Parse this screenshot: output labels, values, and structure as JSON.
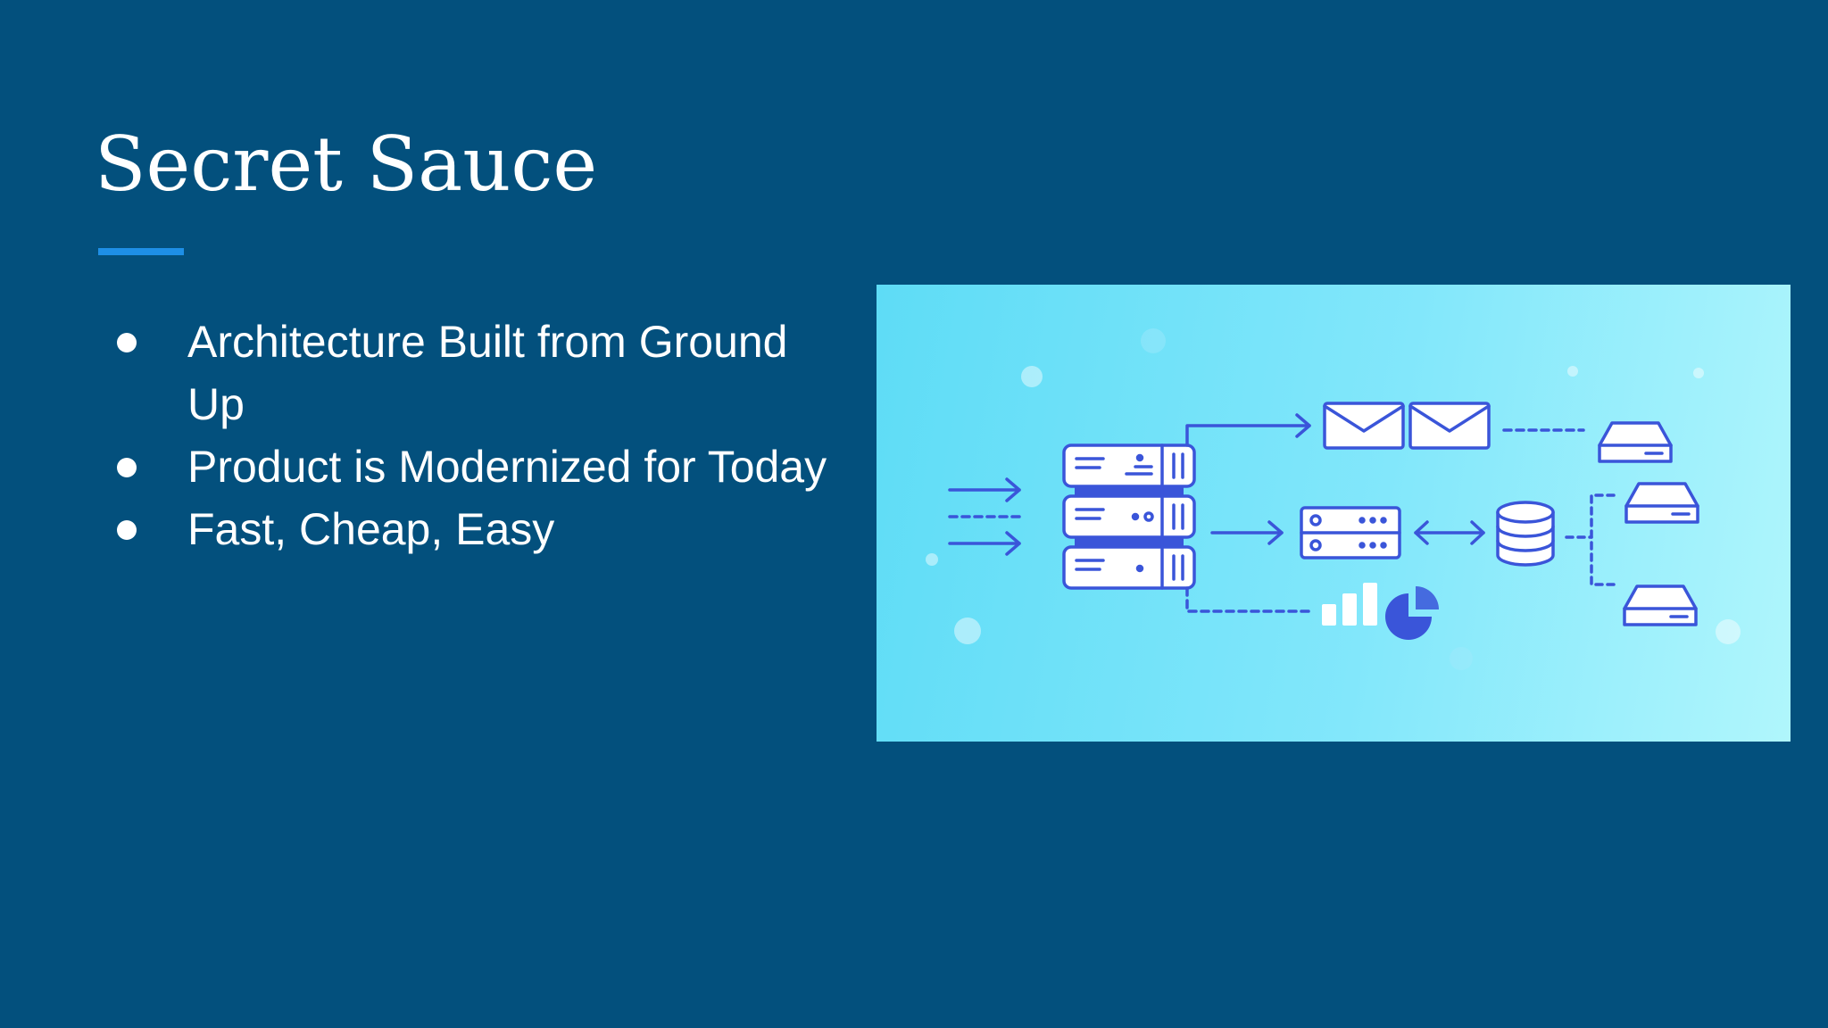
{
  "slide": {
    "title": "Secret Sauce",
    "bullets": [
      "Architecture Built from Ground Up",
      "Product is Modernized for Today",
      "Fast, Cheap, Easy"
    ],
    "illustration": {
      "subject": "server architecture diagram",
      "icons": [
        "inbound-arrows-icon",
        "server-rack-icon",
        "envelope-icon",
        "router-icon",
        "database-icon",
        "hard-drive-icon",
        "bar-chart-icon",
        "pie-chart-icon"
      ]
    }
  },
  "colors": {
    "background": "#03507d",
    "accent": "#1e8fe6",
    "text": "#ffffff",
    "illustration_line": "#3a55d9"
  }
}
